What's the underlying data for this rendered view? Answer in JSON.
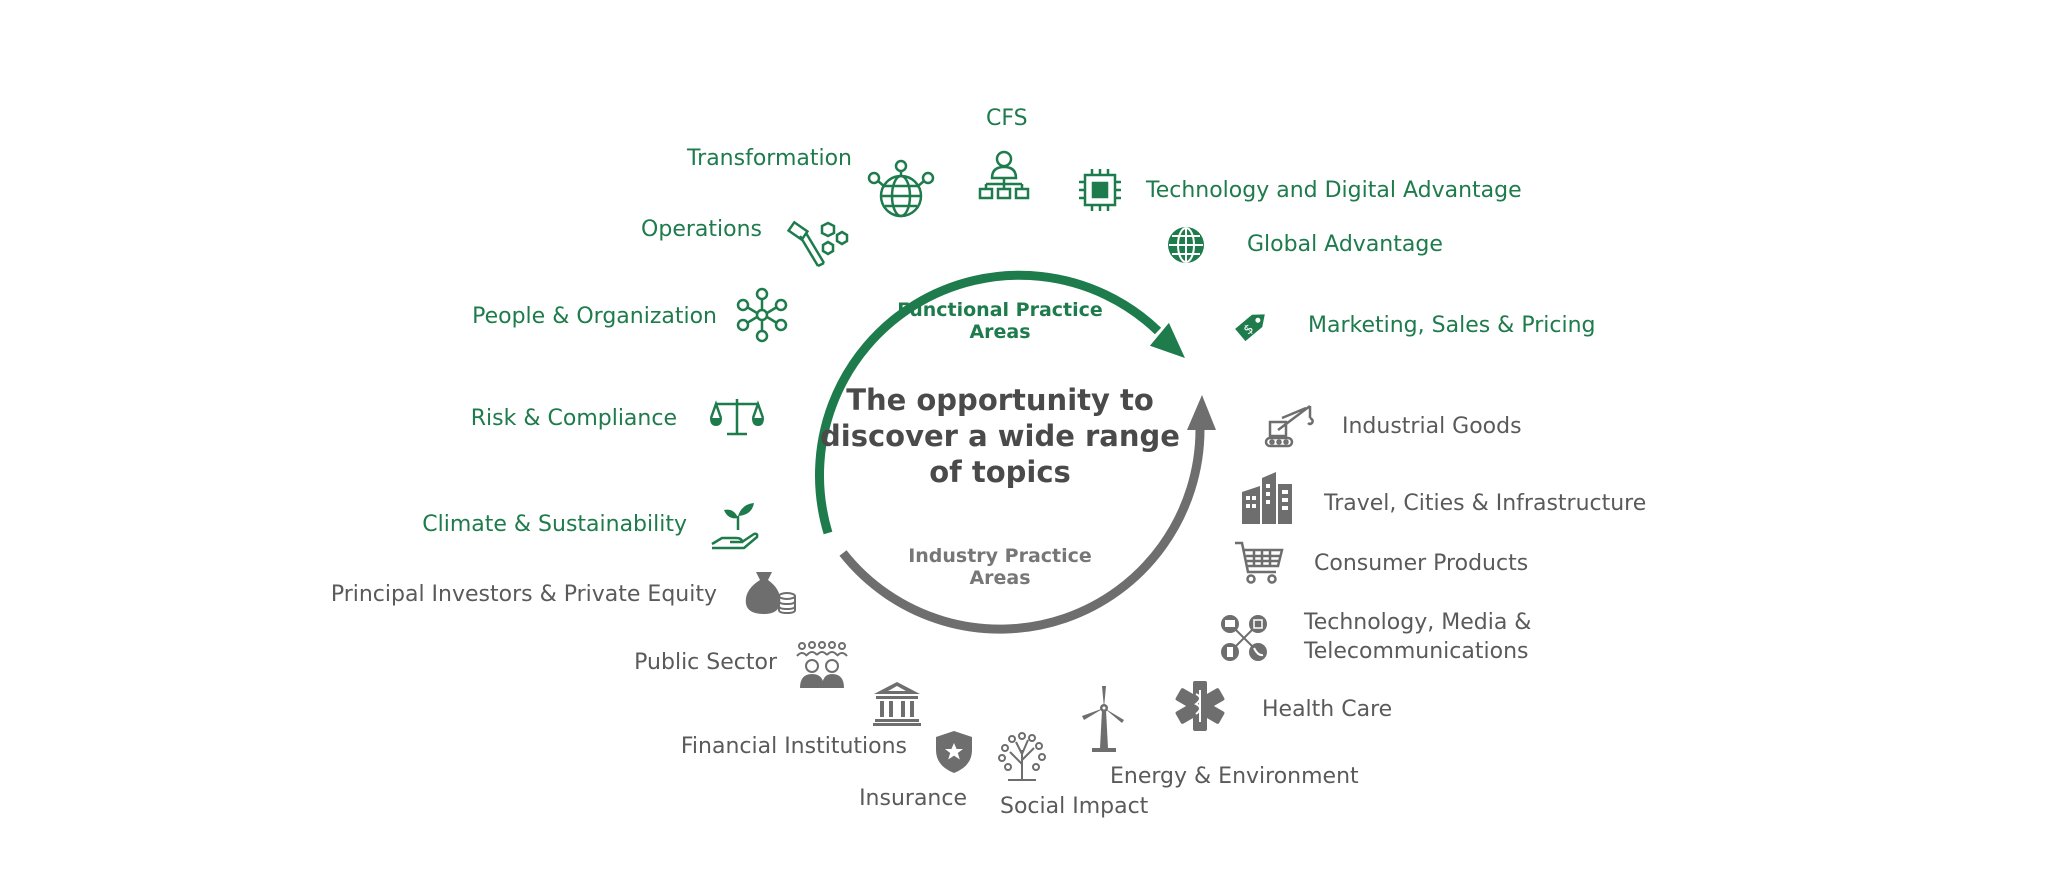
{
  "colors": {
    "functional": "#1e7b4c",
    "industry": "#6e6e6e"
  },
  "center": {
    "title": "The opportunity to discover a wide range of topics"
  },
  "wheel": {
    "functional_label": "Functional Practice Areas",
    "industry_label": "Industry Practice Areas"
  },
  "functional": {
    "cfs": {
      "label": "CFS",
      "icon": "org-chart-person-icon"
    },
    "transformation": {
      "label": "Transformation",
      "icon": "globe-network-icon"
    },
    "tech_digital": {
      "label": "Technology and Digital Advantage",
      "icon": "chip-icon"
    },
    "operations": {
      "label": "Operations",
      "icon": "bolt-nut-icon"
    },
    "global": {
      "label": "Global Advantage",
      "icon": "globe-icon"
    },
    "people": {
      "label": "People & Organization",
      "icon": "people-network-icon"
    },
    "marketing": {
      "label": "Marketing, Sales & Pricing",
      "icon": "price-tag-icon"
    },
    "risk": {
      "label": "Risk & Compliance",
      "icon": "scales-icon"
    },
    "climate": {
      "label": "Climate & Sustainability",
      "icon": "plant-hand-icon"
    }
  },
  "industry": {
    "industrial": {
      "label": "Industrial Goods",
      "icon": "crane-icon"
    },
    "travel": {
      "label": "Travel, Cities & Infrastructure",
      "icon": "buildings-icon"
    },
    "consumer": {
      "label": "Consumer Products",
      "icon": "shopping-cart-icon"
    },
    "principal": {
      "label": "Principal Investors & Private Equity",
      "icon": "money-bag-icon"
    },
    "tmt_line1": {
      "label": "Technology, Media &"
    },
    "tmt_line2": {
      "label": "Telecommunications",
      "icon": "devices-network-icon"
    },
    "public": {
      "label": "Public Sector",
      "icon": "citizens-icon"
    },
    "health": {
      "label": "Health Care",
      "icon": "medical-star-icon"
    },
    "financial": {
      "label": "Financial Institutions",
      "icon": "bank-icon"
    },
    "energy": {
      "label": "Energy & Environment",
      "icon": "wind-turbine-icon"
    },
    "insurance": {
      "label": "Insurance",
      "icon": "shield-star-icon"
    },
    "social": {
      "label": "Social Impact",
      "icon": "tree-icon"
    }
  }
}
